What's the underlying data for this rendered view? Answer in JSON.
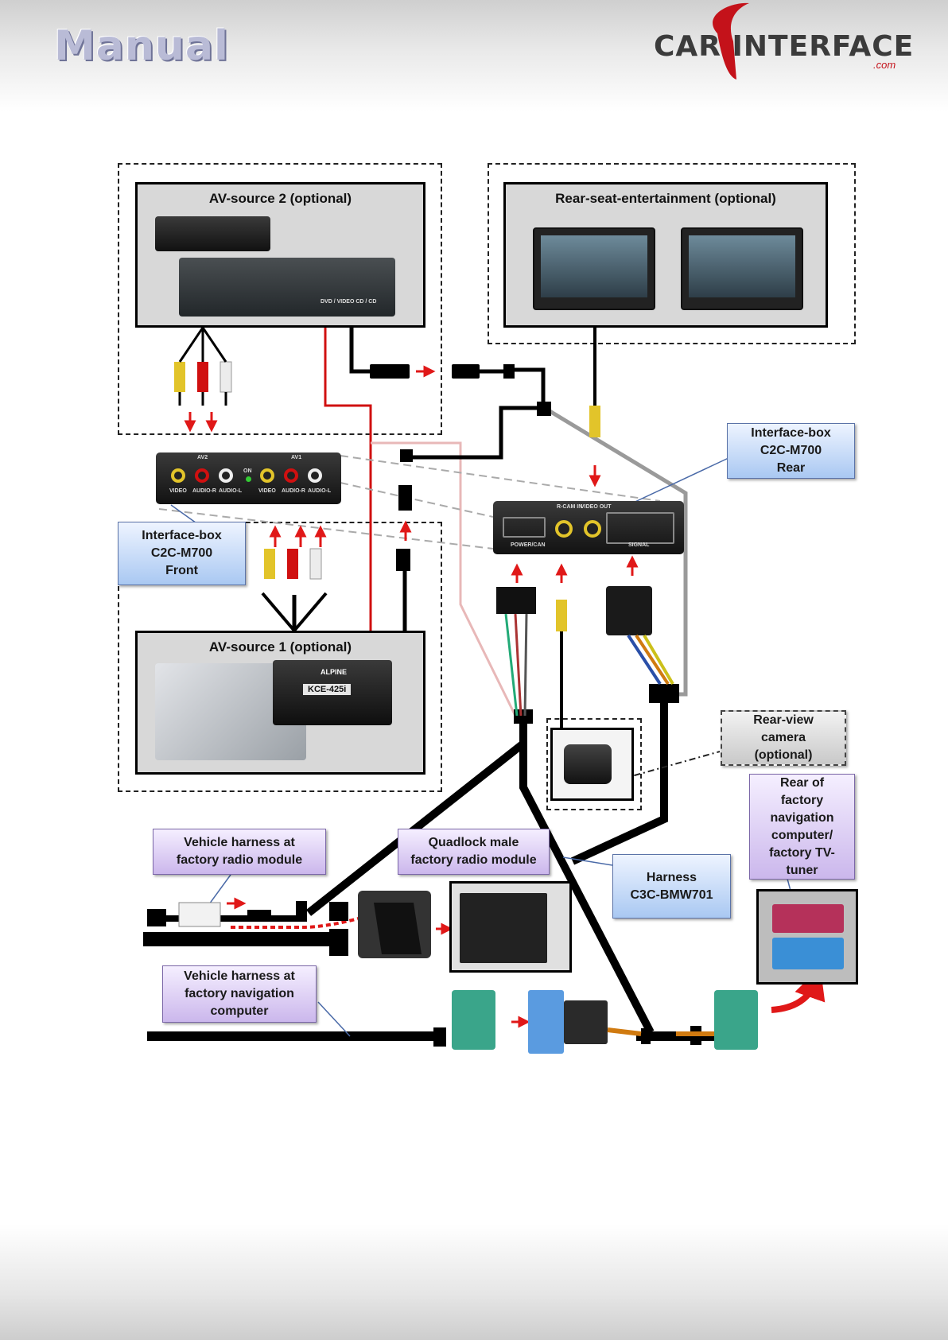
{
  "header": {
    "title": "Manual",
    "logo_text": "CAR INTERFACE",
    "logo_domain": ".com"
  },
  "panels": {
    "av_source_2": "AV-source 2 (optional)",
    "rear_seat": "Rear-seat-entertainment (optional)",
    "av_source_1": "AV-source 1 (optional)"
  },
  "labels": {
    "interface_front": "Interface-box\nC2C-M700\nFront",
    "interface_rear": "Interface-box\nC2C-M700\nRear",
    "rear_camera": "Rear-view\ncamera\n(optional)",
    "rear_nav": "Rear of\nfactory\nnavigation\ncomputer/\nfactory TV-\ntuner",
    "vehicle_radio": "Vehicle harness at\nfactory radio module",
    "quadlock": "Quadlock male\nfactory radio module",
    "harness": "Harness\nC3C-BMW701",
    "vehicle_nav": "Vehicle harness at\nfactory navigation\ncomputer"
  },
  "front_box": {
    "group_av2": "AV2",
    "group_av1": "AV1",
    "on_label": "ON",
    "ports": [
      "VIDEO",
      "AUDIO-R",
      "AUDIO-L",
      "VIDEO",
      "AUDIO-R",
      "AUDIO-L"
    ]
  },
  "rear_box": {
    "power_can": "POWER/CAN",
    "rcam_in": "R-CAM IN",
    "video_out": "VIDEO OUT",
    "signal": "SIGNAL"
  },
  "device_text": {
    "kce": "KCE-425i",
    "alpine": "ALPINE",
    "dvd": "DVD / VIDEO CD / CD"
  },
  "colors": {
    "wire": "#000000",
    "arrow": "#e01818",
    "red_wire": "#d01010",
    "pink_wire": "#e8b8b8",
    "gray_wire": "#9a9a9a",
    "label_blue": "#a9c8f2",
    "label_purple": "#cbb7ec"
  }
}
